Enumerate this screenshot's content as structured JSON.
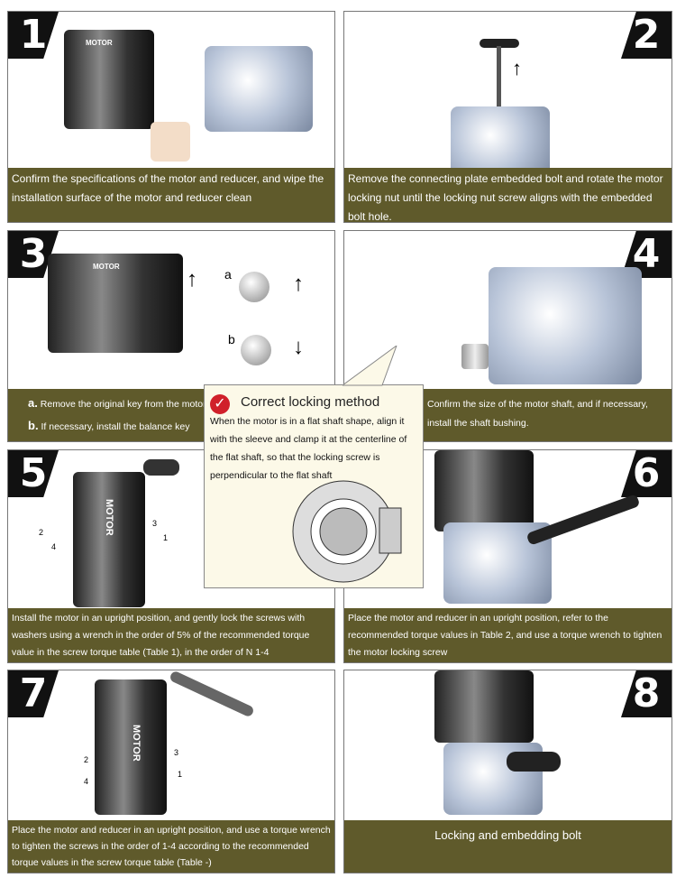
{
  "steps": [
    {
      "number": "1",
      "caption": "Confirm the specifications of the motor and reducer, and wipe the installation surface of the motor and reducer clean",
      "motor_label": "MOTOR"
    },
    {
      "number": "2",
      "caption": "Remove the connecting plate embedded bolt and rotate the motor locking nut until the locking nut screw aligns with the embedded bolt hole."
    },
    {
      "number": "3",
      "motor_label": "MOTOR",
      "marker_a": "a",
      "marker_b": "b",
      "items": [
        {
          "mark": "a.",
          "text": "Remove the original key from the motor"
        },
        {
          "mark": "b.",
          "text": "If necessary, install the balance key"
        }
      ]
    },
    {
      "number": "4",
      "caption": "Confirm the size of the motor shaft, and if necessary, install the shaft bushing."
    },
    {
      "number": "5",
      "motor_label": "MOTOR",
      "screw_numbers": [
        "2",
        "4",
        "3",
        "1"
      ],
      "caption": "Install the motor in an upright position, and gently lock the screws with washers using a wrench in the order of 5% of the recommended torque value in the screw torque table (Table 1), in the order of N 1-4"
    },
    {
      "number": "6",
      "caption": "Place the motor and reducer in an upright position, refer to the recommended torque values in Table 2, and use a torque wrench to tighten the motor locking screw"
    },
    {
      "number": "7",
      "motor_label": "MOTOR",
      "screw_numbers": [
        "2",
        "4",
        "3",
        "1"
      ],
      "caption": "Place the motor and reducer in an upright position, and use a torque wrench to tighten the screws in the order of 1-4 according to the recommended torque values in the screw torque table (Table -)"
    },
    {
      "number": "8",
      "caption": "Locking and embedding bolt"
    }
  ],
  "callout": {
    "title": "Correct locking method",
    "text": "When the motor is in a flat shaft shape, align it with the sleeve and clamp it at the centerline of the flat shaft, so that the locking screw is perpendicular to the flat shaft"
  },
  "colors": {
    "caption_bg": "#5f5a2b",
    "check": "#d0202a"
  }
}
